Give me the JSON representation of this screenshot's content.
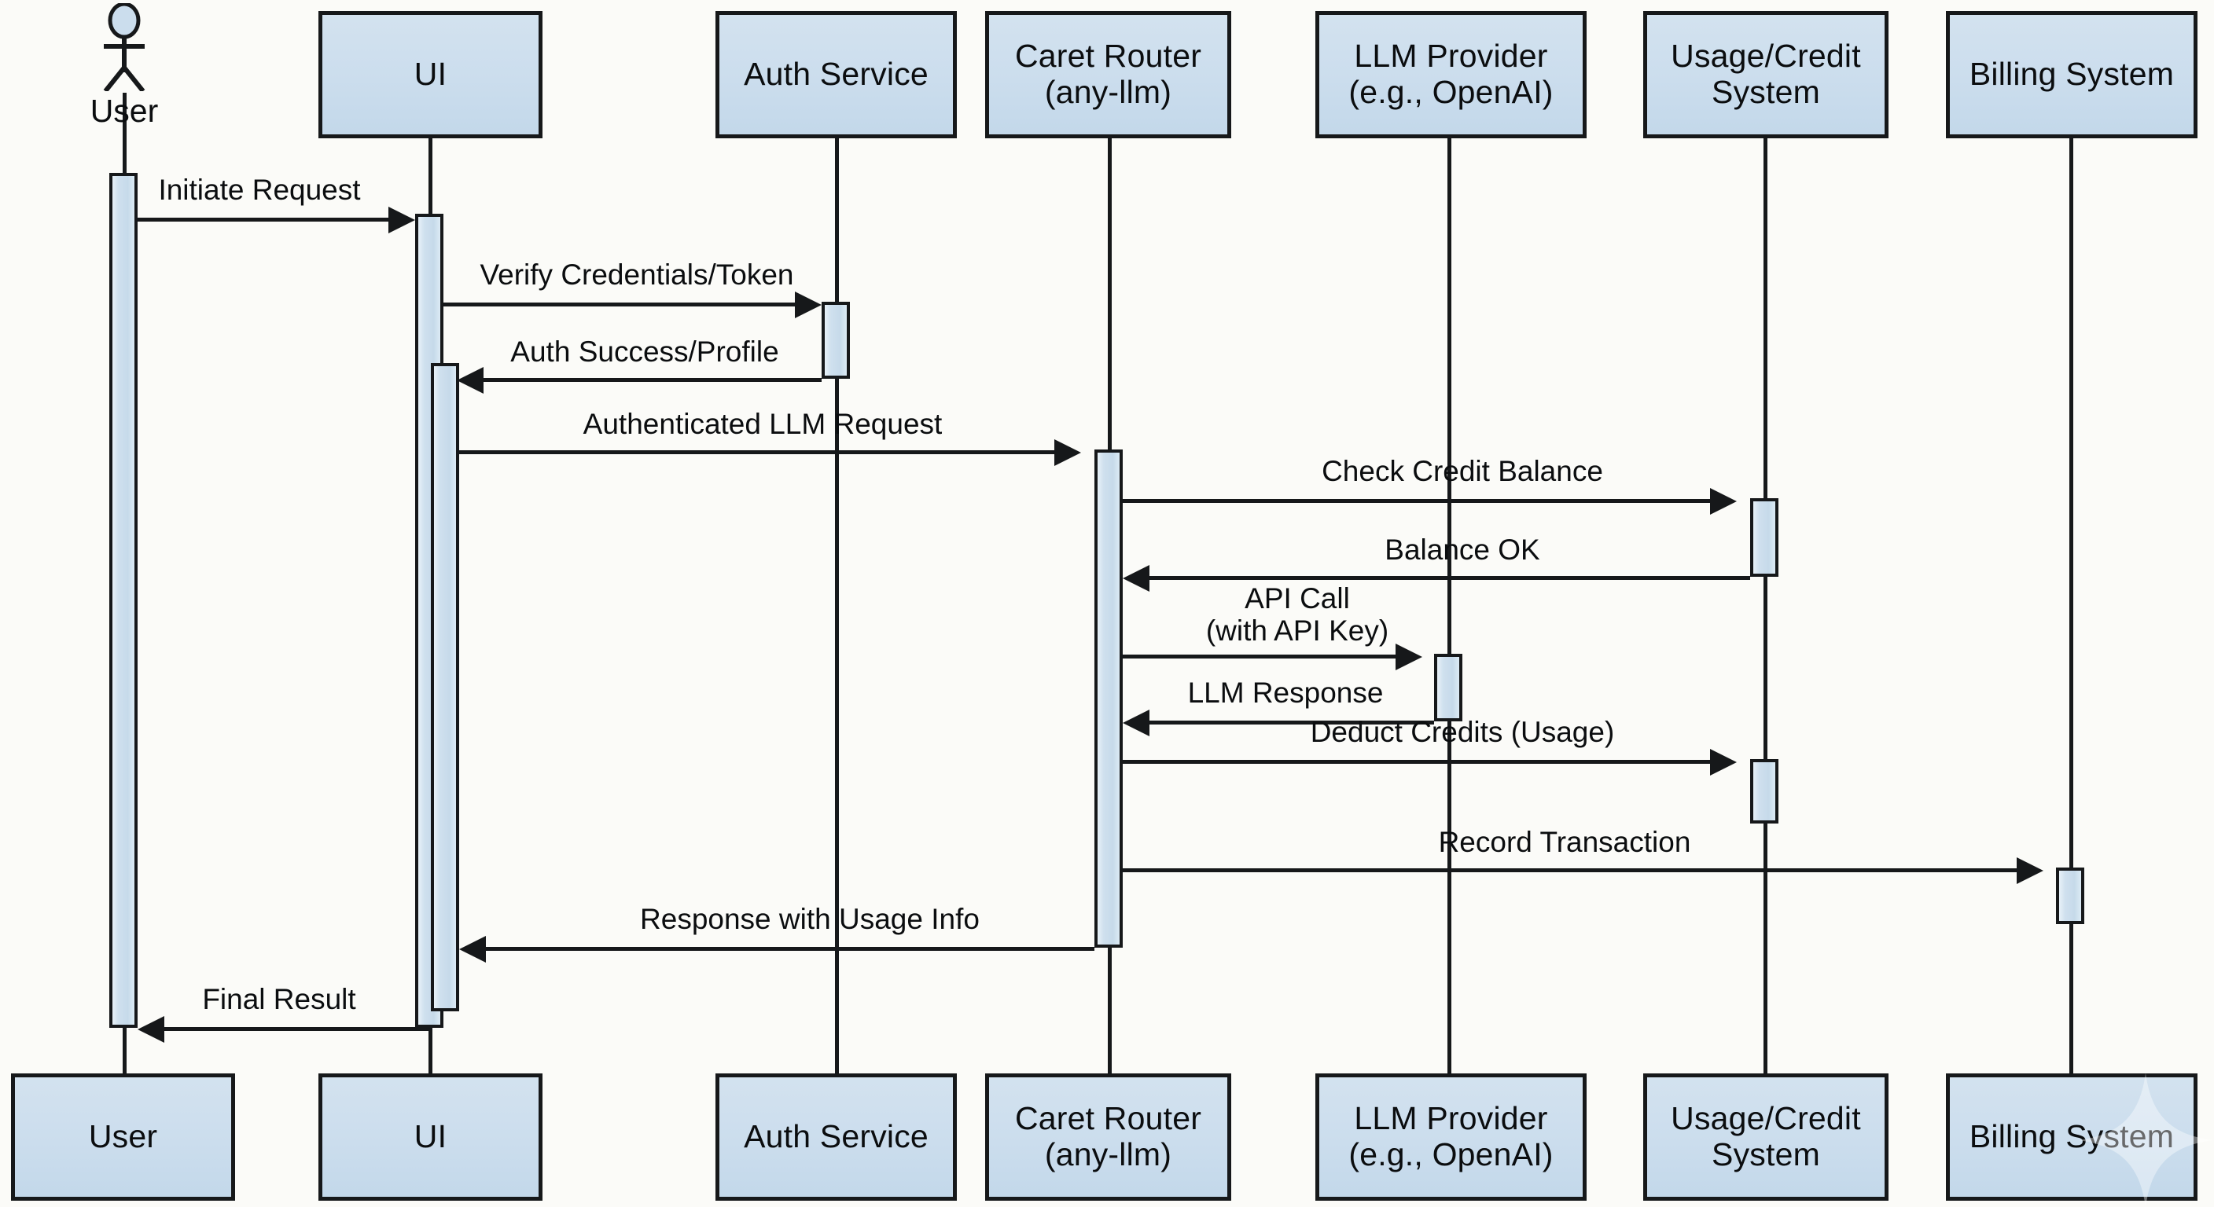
{
  "diagram": {
    "type": "uml-sequence-diagram",
    "background_color": "#fbfbf8",
    "box_fill_color": "#cbdded",
    "line_color": "#16181a",
    "actor_label": "User"
  },
  "participants": [
    {
      "id": "user",
      "name": "User",
      "line1": "User",
      "line2": ""
    },
    {
      "id": "ui",
      "name": "UI",
      "line1": "UI",
      "line2": ""
    },
    {
      "id": "auth",
      "name": "Auth Service",
      "line1": "Auth Service",
      "line2": ""
    },
    {
      "id": "router",
      "name": "Caret Router",
      "line1": "Caret Router",
      "line2": "(any-llm)"
    },
    {
      "id": "llm",
      "name": "LLM Provider",
      "line1": "LLM Provider",
      "line2": "(e.g., OpenAI)"
    },
    {
      "id": "usage",
      "name": "Usage/Credit System",
      "line1": "Usage/Credit",
      "line2": "System"
    },
    {
      "id": "billing",
      "name": "Billing System",
      "line1": "Billing System",
      "line2": ""
    }
  ],
  "messages": [
    {
      "n": 1,
      "label": "Initiate Request",
      "line1": "Initiate Request",
      "line2": "",
      "from": "user",
      "to": "ui",
      "direction": "right"
    },
    {
      "n": 2,
      "label": "Verify Credentials/Token",
      "line1": "Verify Credentials/Token",
      "line2": "",
      "from": "ui",
      "to": "auth",
      "direction": "right"
    },
    {
      "n": 3,
      "label": "Auth Success/Profile",
      "line1": "Auth Success/Profile",
      "line2": "",
      "from": "auth",
      "to": "ui",
      "direction": "left"
    },
    {
      "n": 4,
      "label": "Authenticated LLM Request",
      "line1": "Authenticated LLM Request",
      "line2": "",
      "from": "ui",
      "to": "router",
      "direction": "right"
    },
    {
      "n": 5,
      "label": "Check Credit Balance",
      "line1": "Check Credit Balance",
      "line2": "",
      "from": "router",
      "to": "usage",
      "direction": "right"
    },
    {
      "n": 6,
      "label": "Balance OK",
      "line1": "Balance OK",
      "line2": "",
      "from": "usage",
      "to": "router",
      "direction": "left"
    },
    {
      "n": 7,
      "label": "API Call (with API Key)",
      "line1": "API Call",
      "line2": "(with API Key)",
      "from": "router",
      "to": "llm",
      "direction": "right"
    },
    {
      "n": 8,
      "label": "LLM Response",
      "line1": "LLM Response",
      "line2": "",
      "from": "llm",
      "to": "router",
      "direction": "left"
    },
    {
      "n": 9,
      "label": "Deduct Credits (Usage)",
      "line1": "Deduct Credits (Usage)",
      "line2": "",
      "from": "router",
      "to": "usage",
      "direction": "right"
    },
    {
      "n": 10,
      "label": "Record Transaction",
      "line1": "Record Transaction",
      "line2": "",
      "from": "router",
      "to": "billing",
      "direction": "right"
    },
    {
      "n": 11,
      "label": "Response with Usage Info",
      "line1": "Response with Usage Info",
      "line2": "",
      "from": "router",
      "to": "ui",
      "direction": "left"
    },
    {
      "n": 12,
      "label": "Final Result",
      "line1": "Final Result",
      "line2": "",
      "from": "ui",
      "to": "user",
      "direction": "left"
    }
  ],
  "watermark": {
    "name": "sparkle-watermark",
    "shape": "four-pointed-star"
  }
}
